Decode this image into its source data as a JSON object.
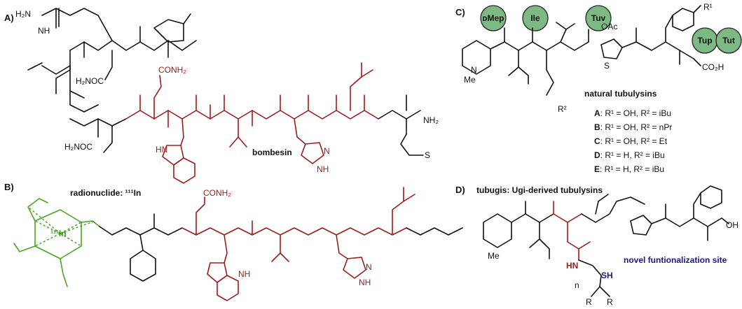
{
  "panels": {
    "a": "A)",
    "b": "B)",
    "c": "C)",
    "d": "D)"
  },
  "panel_a": {
    "name": "bombesin",
    "atoms": {
      "h2n_nh": "H₂N",
      "nh_imine": "NH",
      "h2noc_1": "H₂NOC",
      "h2noc_2": "H₂NOC",
      "conh2": "CONH₂",
      "nh2_end": "NH₂",
      "s": "S",
      "hn_indole": "HN",
      "n_imid": "N",
      "hn_imid": "NH"
    }
  },
  "panel_b": {
    "label": "radionuclide: ¹¹¹In",
    "metal": "¹¹¹In",
    "conh2": "CONH₂",
    "nh_indole": "NH",
    "n_imid": "N",
    "nh_imid": "NH"
  },
  "panel_c": {
    "name": "natural tubulysins",
    "badges": [
      "ᴅMep",
      "Ile",
      "Tuv",
      "Tup",
      "Tut"
    ],
    "atoms": {
      "r1": "R¹",
      "r2": "R²",
      "oac": "OAc",
      "co2h": "CO₂H",
      "me": "Me",
      "s": "S",
      "n": "N"
    },
    "variants": [
      {
        "key": "A",
        "text": ": R¹ = OH, R² = iBu"
      },
      {
        "key": "B",
        "text": ": R¹ = OH, R² = nPr"
      },
      {
        "key": "C",
        "text": ": R¹ = OH, R² = Et"
      },
      {
        "key": "D",
        "text": ": R¹ = H, R² = iBu"
      },
      {
        "key": "E",
        "text": ": R¹ = H, R² = iBu"
      }
    ]
  },
  "panel_d": {
    "name": "tubugis: Ugi-derived tubulysins",
    "site": "novel funtionalization site",
    "atoms": {
      "oh": "OH",
      "me": "Me",
      "sh": "SH",
      "hn": "HN",
      "n_sub": "n",
      "r_left": "R",
      "r_right": "R"
    }
  },
  "colors": {
    "black": "#111111",
    "peptide_red": "#9e1b1b",
    "chelator_green": "#4aa520",
    "badge_green": "#7dba83",
    "site_blue": "#17178a"
  }
}
